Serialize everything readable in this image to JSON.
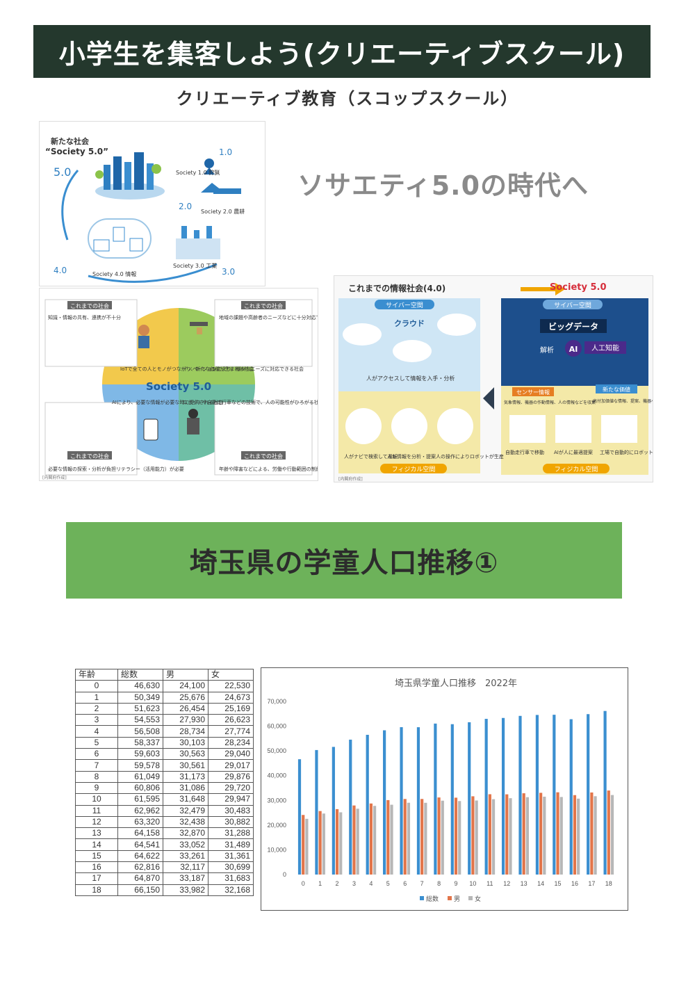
{
  "header": {
    "title": "小学生を集客しよう(クリエーティブスクール)",
    "subtitle": "クリエーティブ教育（スコップスクール）"
  },
  "society_panel": {
    "heading_line1": "新たな社会",
    "heading_line2": "“Society 5.0”",
    "num_50": "5.0",
    "num_10": "1.0",
    "num_20": "2.0",
    "num_30": "3.0",
    "num_40": "4.0",
    "label_10": "Society 1.0 狩猟",
    "label_20": "Society 2.0 農耕",
    "label_30": "Society 3.0 工業",
    "label_40": "Society 4.0 情報"
  },
  "society_heading": "ソサエティ5.0の時代へ",
  "circle_panel": {
    "center": "Society 5.0",
    "q1": "IoTで全ての人とモノがつながり、新たな価値が生まれる社会",
    "q2": "イノベーションにより、様々なニーズに対応できる社会",
    "q3": "AIにより、必要な情報が必要な時に提供される社会",
    "q4": "ロボットや自動走行車などの技術で、人の可能性がひろがる社会",
    "tag": "これまでの社会",
    "note1": "知識・情報の共有、連携が不十分",
    "note2": "地域の課題や高齢者のニーズなどに十分対応できない",
    "note3": "必要な情報の探索・分析が負担リテラシー（活用能力）が必要",
    "note4": "年齢や障害などによる、労働や行動範囲の制約",
    "credit": "[内閣府作成]"
  },
  "info_panel": {
    "left_title": "これまでの情報社会(4.0)",
    "right_title": "Society 5.0",
    "cyber": "サイバー空間",
    "cloud": "クラウド",
    "access": "人がアクセスして情報を入手・分析",
    "physical": "フィジカル空間",
    "bigdata": "ビッグデータ",
    "analysis": "解析",
    "ai": "AI",
    "ai_label": "人工知能",
    "sensor": "センサー情報",
    "sensor_desc": "気象情報、機器の作動情報、人の情報などを収集",
    "new_value": "新たな価値",
    "new_value_desc": "高付加価値な情報、提案、機器への指示など",
    "c1": "人がナビで検索して運転",
    "c2": "人が情報を分析・提案",
    "c3": "人の操作によりロボットが生産",
    "c4": "自動走行車で移動",
    "c5": "AIが人に最適提案",
    "c6": "工場で自動的にロボットが生産",
    "credit": "[内閣府作成]"
  },
  "section2_title": "埼玉県の学童人口推移①",
  "table": {
    "headers": [
      "年齢",
      "総数",
      "男",
      "女"
    ],
    "rows": [
      [
        "0",
        "46,630",
        "24,100",
        "22,530"
      ],
      [
        "1",
        "50,349",
        "25,676",
        "24,673"
      ],
      [
        "2",
        "51,623",
        "26,454",
        "25,169"
      ],
      [
        "3",
        "54,553",
        "27,930",
        "26,623"
      ],
      [
        "4",
        "56,508",
        "28,734",
        "27,774"
      ],
      [
        "5",
        "58,337",
        "30,103",
        "28,234"
      ],
      [
        "6",
        "59,603",
        "30,563",
        "29,040"
      ],
      [
        "7",
        "59,578",
        "30,561",
        "29,017"
      ],
      [
        "8",
        "61,049",
        "31,173",
        "29,876"
      ],
      [
        "9",
        "60,806",
        "31,086",
        "29,720"
      ],
      [
        "10",
        "61,595",
        "31,648",
        "29,947"
      ],
      [
        "11",
        "62,962",
        "32,479",
        "30,483"
      ],
      [
        "12",
        "63,320",
        "32,438",
        "30,882"
      ],
      [
        "13",
        "64,158",
        "32,870",
        "31,288"
      ],
      [
        "14",
        "64,541",
        "33,052",
        "31,489"
      ],
      [
        "15",
        "64,622",
        "33,261",
        "31,361"
      ],
      [
        "16",
        "62,816",
        "32,117",
        "30,699"
      ],
      [
        "17",
        "64,870",
        "33,187",
        "31,683"
      ],
      [
        "18",
        "66,150",
        "33,982",
        "32,168"
      ]
    ]
  },
  "chart_data": {
    "type": "bar",
    "title": "埼玉県学童人口推移　2022年",
    "categories": [
      "0",
      "1",
      "2",
      "3",
      "4",
      "5",
      "6",
      "7",
      "8",
      "9",
      "10",
      "11",
      "12",
      "13",
      "14",
      "15",
      "16",
      "17",
      "18"
    ],
    "series": [
      {
        "name": "総数",
        "color": "#3b8fd0",
        "values": [
          46630,
          50349,
          51623,
          54553,
          56508,
          58337,
          59603,
          59578,
          61049,
          60806,
          61595,
          62962,
          63320,
          64158,
          64541,
          64622,
          62816,
          64870,
          66150
        ]
      },
      {
        "name": "男",
        "color": "#e2754a",
        "values": [
          24100,
          25676,
          26454,
          27930,
          28734,
          30103,
          30563,
          30561,
          31173,
          31086,
          31648,
          32479,
          32438,
          32870,
          33052,
          33261,
          32117,
          33187,
          33982
        ]
      },
      {
        "name": "女",
        "color": "#b7b7b7",
        "values": [
          22530,
          24673,
          25169,
          26623,
          27774,
          28234,
          29040,
          29017,
          29876,
          29720,
          29947,
          30483,
          30882,
          31288,
          31489,
          31361,
          30699,
          31683,
          32168
        ]
      }
    ],
    "ylim": [
      0,
      70000
    ],
    "yticks": [
      "0",
      "10,000",
      "20,000",
      "30,000",
      "40,000",
      "50,000",
      "60,000",
      "70,000"
    ],
    "legend_position": "bottom",
    "grid": false
  }
}
